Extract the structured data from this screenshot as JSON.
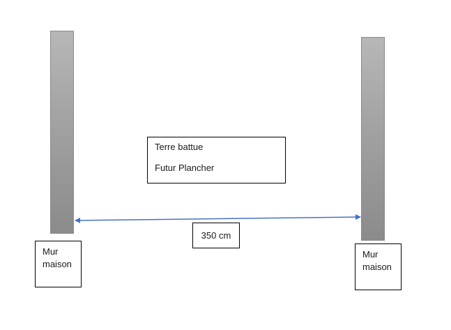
{
  "diagram": {
    "left_wall_label": [
      "Mur",
      "maison"
    ],
    "right_wall_label": [
      "Mur",
      "maison"
    ],
    "center_note": {
      "line1": "Terre battue",
      "line2": "Futur Plancher"
    },
    "distance_label": "350 cm"
  },
  "colors": {
    "arrow": "#4472c4",
    "wall_light": "#b7b7b7",
    "wall_dark": "#8b8b8b",
    "box_border": "#000000"
  }
}
